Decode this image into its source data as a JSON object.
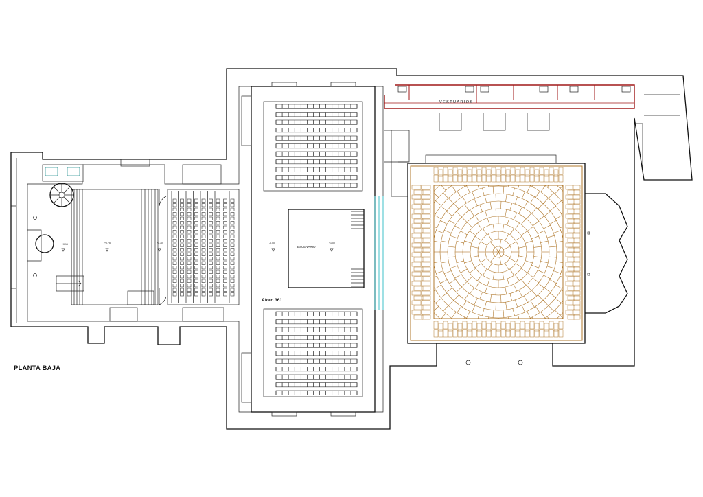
{
  "drawing_title": "PLANTA BAJA",
  "labels": {
    "changing_rooms": "VESTUARIOS",
    "stage": "ESCENARIO",
    "capacity": "Aforo 361"
  },
  "levels": {
    "entrance": "+0.15",
    "hall": "+0.75",
    "lobby_edge": "+1.30",
    "stalls": "-0.00",
    "stage": "+1.00"
  },
  "colors": {
    "walls": "#111111",
    "changing_rooms_walls": "#a01818",
    "courtyard_paving": "#b0782c",
    "glazing": "#3fc0c8"
  }
}
